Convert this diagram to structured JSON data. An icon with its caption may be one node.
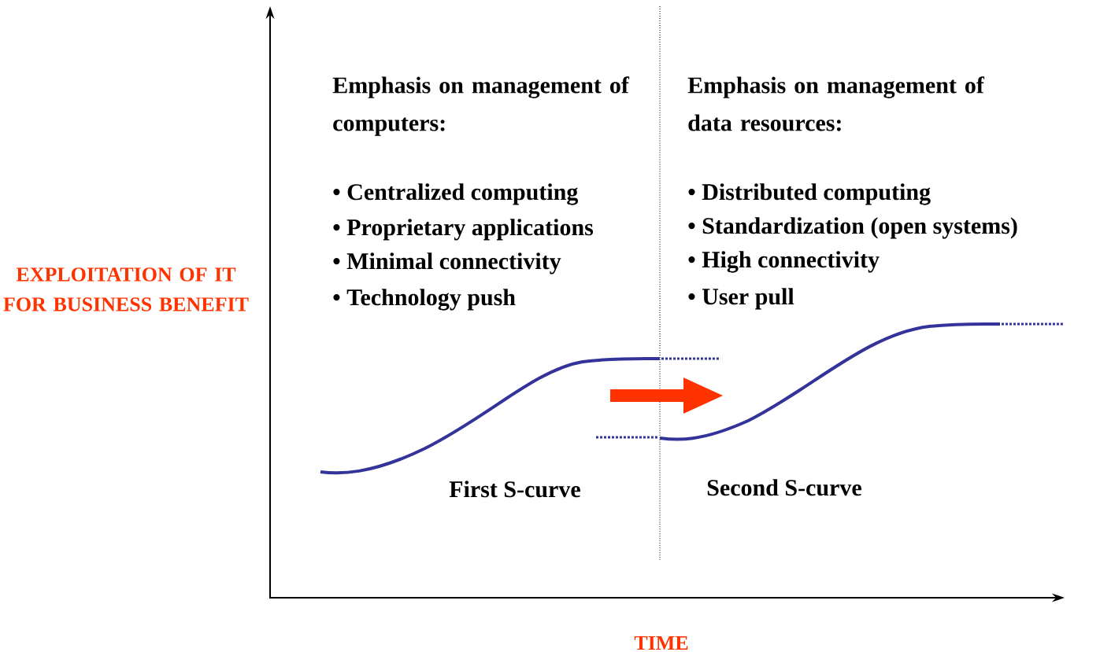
{
  "diagram": {
    "labels": [
      "EXPLOITATION OF IT FOR BUSINESS BENEFIT",
      "TIME",
      "Emphasis on management of computers:",
      "• Centralized computing",
      "• Proprietary applications",
      "• Minimal connectivity",
      "• Technology push",
      "Emphasis on management of data resources:",
      "• Distributed computing",
      "• Standardization (open systems)",
      "• High connectivity",
      "• User pull",
      "First S-curve",
      "Second S-curve"
    ]
  }
}
